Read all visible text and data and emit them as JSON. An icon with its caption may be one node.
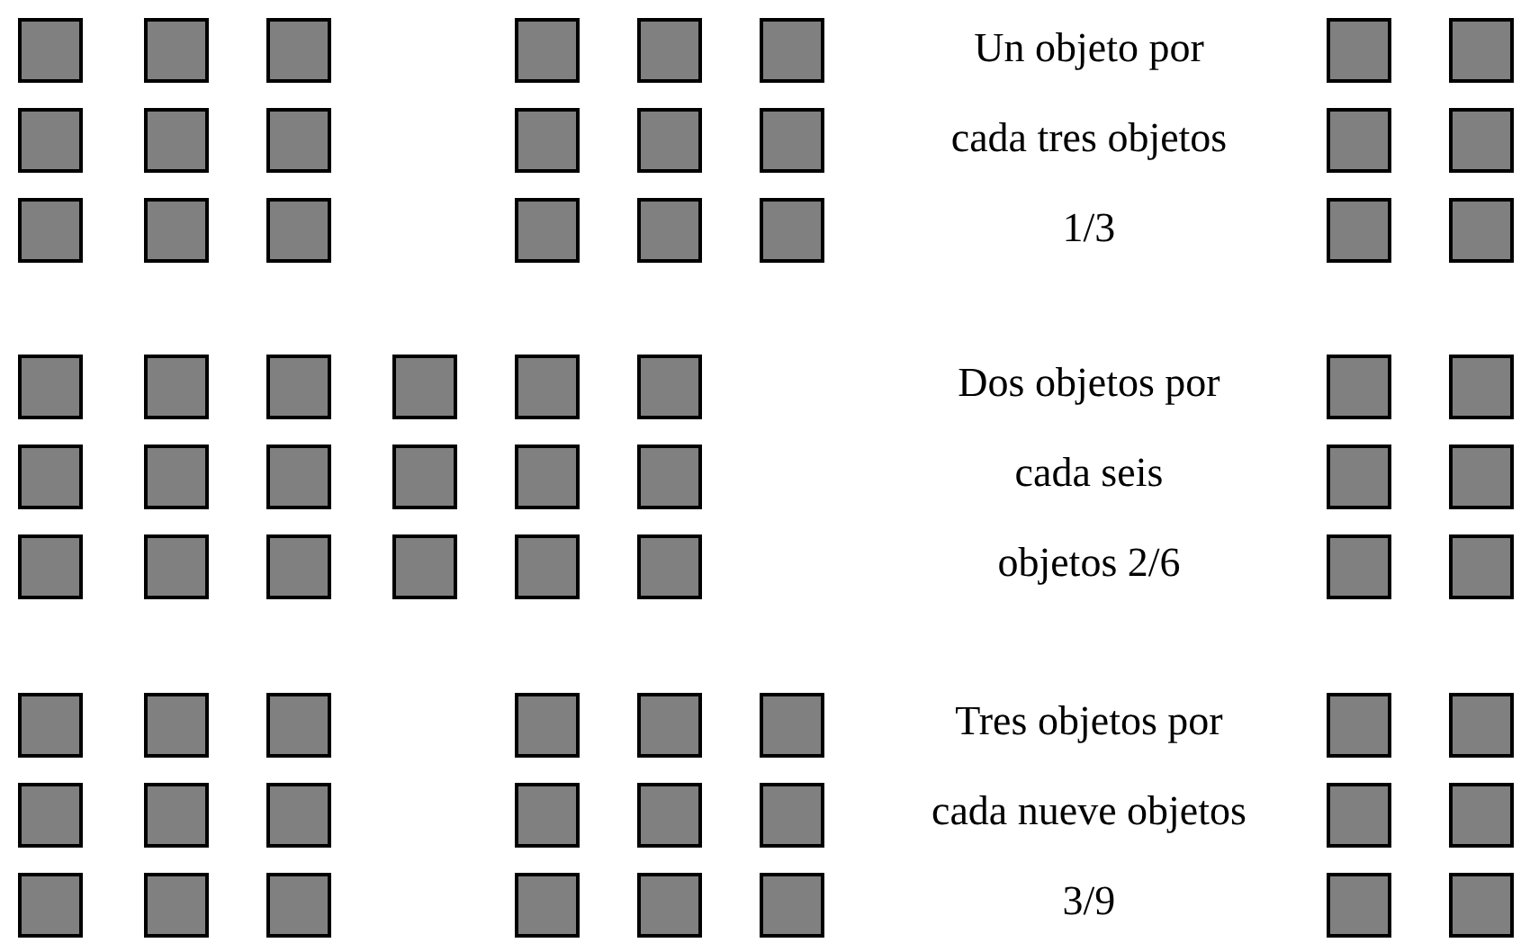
{
  "diagram": {
    "labels": [
      "Un objeto por cada tres objetos 1/3",
      "Dos objetos por cada seis objetos 2/6",
      "Tres objetos por cada nueve objetos 3/9"
    ]
  }
}
